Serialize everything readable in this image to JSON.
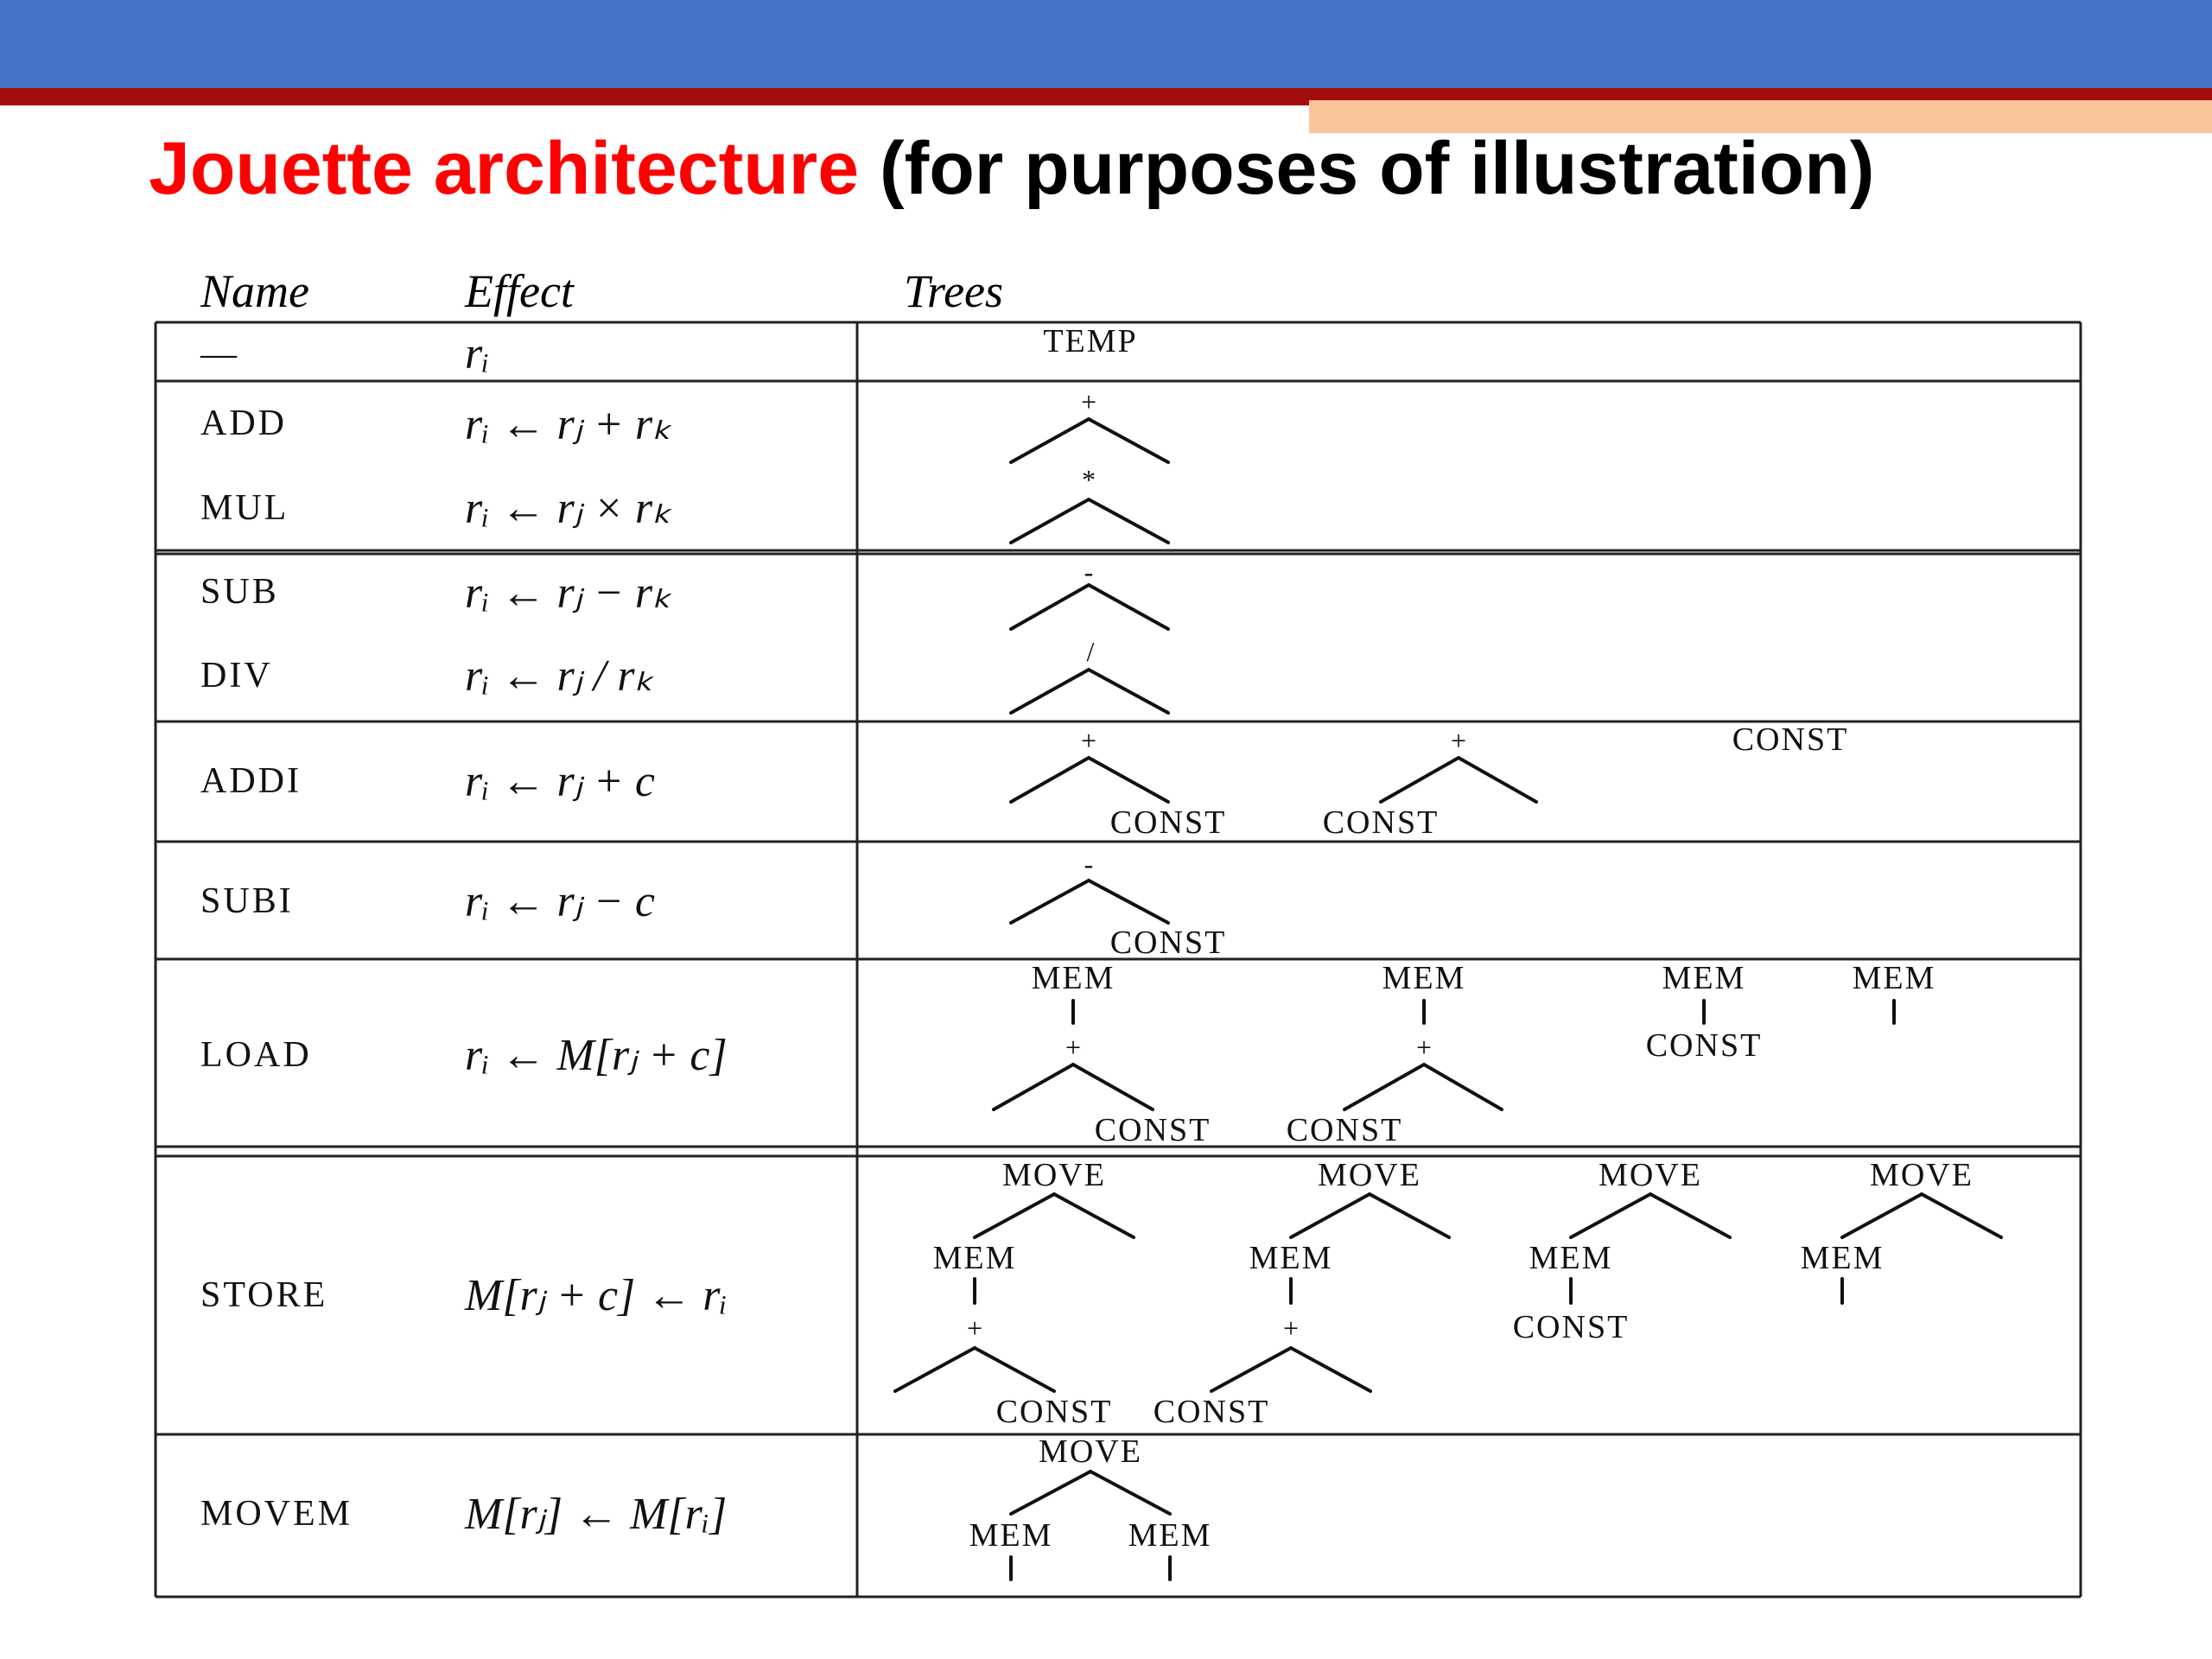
{
  "slide": {
    "title_highlight": "Jouette architecture",
    "title_rest": " (for purposes of illustration)"
  },
  "table": {
    "headers": {
      "name": "Name",
      "effect": "Effect",
      "trees": "Trees"
    },
    "rows": [
      {
        "name": "—",
        "effect": "rᵢ"
      },
      {
        "name": "ADD",
        "effect": "rᵢ ← rⱼ + rₖ"
      },
      {
        "name": "MUL",
        "effect": "rᵢ ← rⱼ × rₖ"
      },
      {
        "name": "SUB",
        "effect": "rᵢ ← rⱼ − rₖ"
      },
      {
        "name": "DIV",
        "effect": "rᵢ ← rⱼ / rₖ"
      },
      {
        "name": "ADDI",
        "effect": "rᵢ ← rⱼ + c"
      },
      {
        "name": "SUBI",
        "effect": "rᵢ ← rⱼ − c"
      },
      {
        "name": "LOAD",
        "effect": "rᵢ ← M[rⱼ + c]"
      },
      {
        "name": "STORE",
        "effect": "M[rⱼ + c] ← rᵢ"
      },
      {
        "name": "MOVEM",
        "effect": "M[rⱼ] ← M[rᵢ]"
      }
    ]
  },
  "tree_labels": {
    "temp": "TEMP",
    "const": "CONST",
    "mem": "MEM",
    "move": "MOVE",
    "plus": "+",
    "times": "*",
    "minus": "-",
    "divide": "/"
  }
}
